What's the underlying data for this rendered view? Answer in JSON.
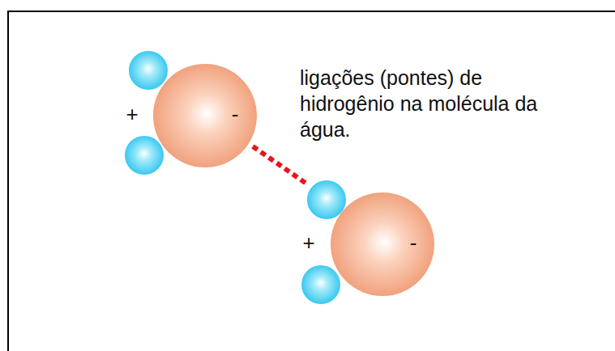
{
  "diagram": {
    "nodes": [
      {
        "text": [
          "-"
        ]
      },
      {
        "text": [
          "-"
        ]
      }
    ],
    "labels": [
      "+",
      "ligações (pontes) de hidrogênio na molécula da água.",
      "+"
    ]
  }
}
